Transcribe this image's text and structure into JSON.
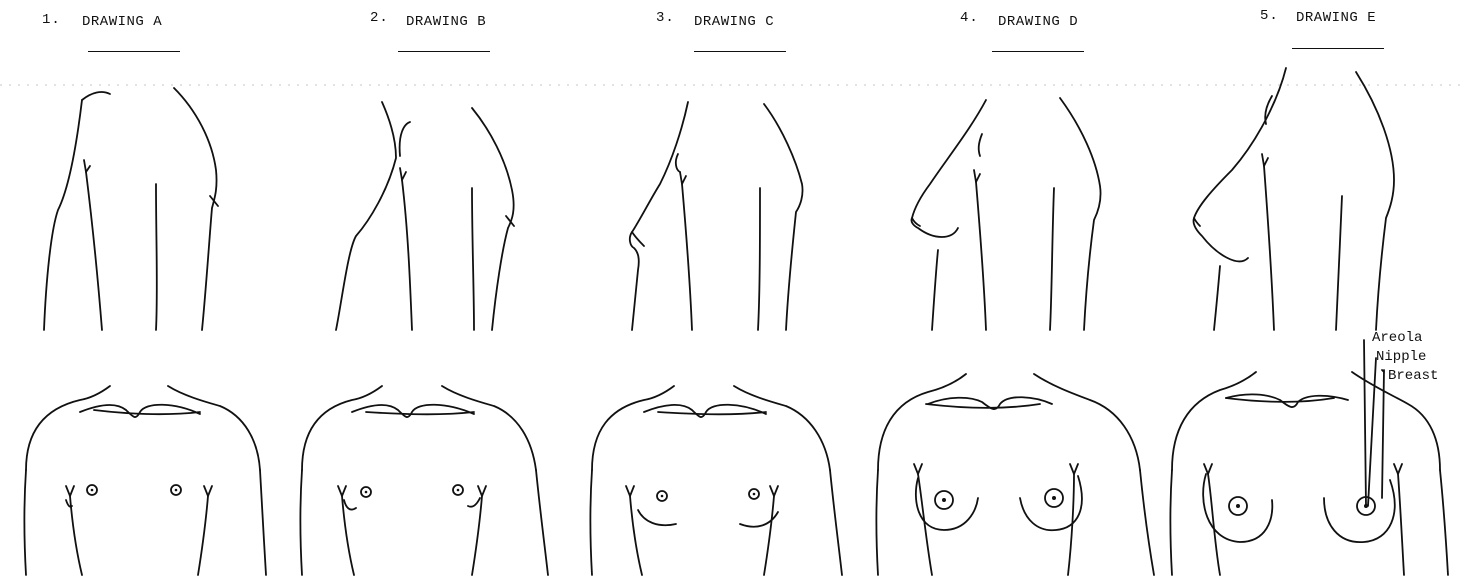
{
  "panels": [
    {
      "number": "1.",
      "label": "DRAWING A",
      "answer": ""
    },
    {
      "number": "2.",
      "label": "DRAWING B",
      "answer": ""
    },
    {
      "number": "3.",
      "label": "DRAWING C",
      "answer": ""
    },
    {
      "number": "4.",
      "label": "DRAWING D",
      "answer": ""
    },
    {
      "number": "5.",
      "label": "DRAWING E",
      "answer": ""
    }
  ],
  "annotations": {
    "areola": "Areola",
    "nipple": "Nipple",
    "breast": "Breast"
  }
}
